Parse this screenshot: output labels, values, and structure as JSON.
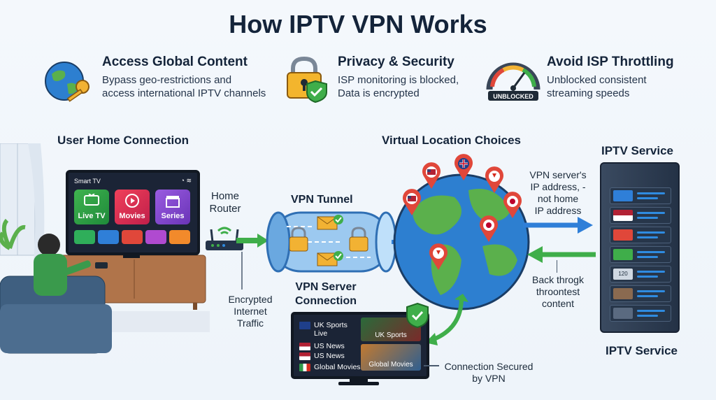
{
  "title": "How IPTV VPN Works",
  "features": [
    {
      "title": "Access Global Content",
      "line1": "Bypass geo-restrictions and",
      "line2": "access international IPTV channels",
      "icon": "globe-key-icon"
    },
    {
      "title": "Privacy & Security",
      "line1": "ISP monitoring is blocked,",
      "line2": "Data is encrypted",
      "icon": "lock-shield-icon"
    },
    {
      "title": "Avoid ISP Throttling",
      "line1": "Unblocked consistent",
      "line2": "streaming speeds",
      "icon": "speedometer-icon",
      "badge": "UNBLOCKED"
    }
  ],
  "sections": {
    "home": "User Home Connection",
    "virtual": "Virtual Location Choices",
    "iptv_top": "IPTV Service",
    "iptv_bottom": "IPTV Service",
    "router_l1": "Home",
    "router_l2": "Router",
    "tunnel": "VPN Tunnel",
    "vpn_server_l1": "VPN Server",
    "vpn_server_l2": "Connection"
  },
  "tv": {
    "header": "Smart TV",
    "tiles": [
      "Live TV",
      "Movies",
      "Series"
    ]
  },
  "notes": {
    "encrypted": [
      "Encrypted",
      "Internet",
      "Traffic"
    ],
    "vpn_ip": [
      "VPN server's",
      "IP address, -",
      "not home",
      "IP address"
    ],
    "back": [
      "Back throgk",
      "throontest",
      "content"
    ],
    "secured": [
      "Connection Secured",
      "by VPN"
    ]
  },
  "monitor": {
    "rows": [
      "UK Sports",
      "Live",
      "US News",
      "US News",
      "Global Movies"
    ],
    "thumb1": "UK Sports",
    "thumb2": "Global Movies"
  },
  "server": {
    "badge": "120"
  },
  "colors": {
    "title": "#14243a",
    "accent_blue": "#2f7fd8",
    "green_arrow": "#3fae4a",
    "pin_red": "#e0473a",
    "globe_ocean": "#2d7fd0",
    "globe_land": "#5bb04c"
  }
}
